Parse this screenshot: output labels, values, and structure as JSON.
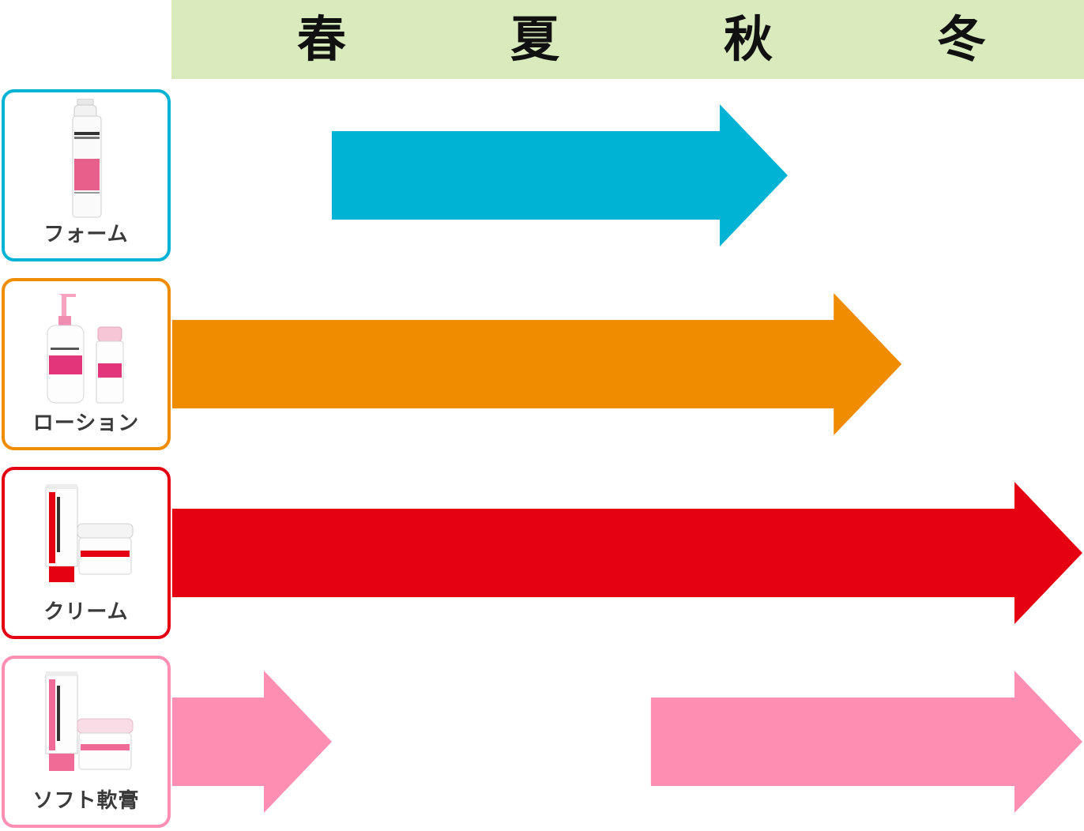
{
  "seasons": [
    "春",
    "夏",
    "秋",
    "冬"
  ],
  "colors": {
    "header_bg": "#d9eabc",
    "foam": "#00b3d4",
    "lotion": "#ef8c00",
    "cream": "#e50012",
    "soft": "#ff8fb2"
  },
  "rows": [
    {
      "id": "foam",
      "label": "フォーム",
      "icon": "foam-bottle-icon",
      "color": "#00b3d4",
      "periods": [
        {
          "from": 0.7,
          "to": 2.7
        }
      ]
    },
    {
      "id": "lotion",
      "label": "ローション",
      "icon": "lotion-bottles-icon",
      "color": "#ef8c00",
      "periods": [
        {
          "from": 0.0,
          "to": 3.2
        }
      ]
    },
    {
      "id": "cream",
      "label": "クリーム",
      "icon": "cream-tube-jar-icon",
      "color": "#e50012",
      "periods": [
        {
          "from": 0.0,
          "to": 4.0
        }
      ]
    },
    {
      "id": "soft",
      "label": "ソフト軟膏",
      "icon": "soft-ointment-tube-jar-icon",
      "color": "#ff8fb2",
      "periods": [
        {
          "from": 0.0,
          "to": 0.7
        },
        {
          "from": 2.1,
          "to": 4.0
        }
      ]
    }
  ]
}
